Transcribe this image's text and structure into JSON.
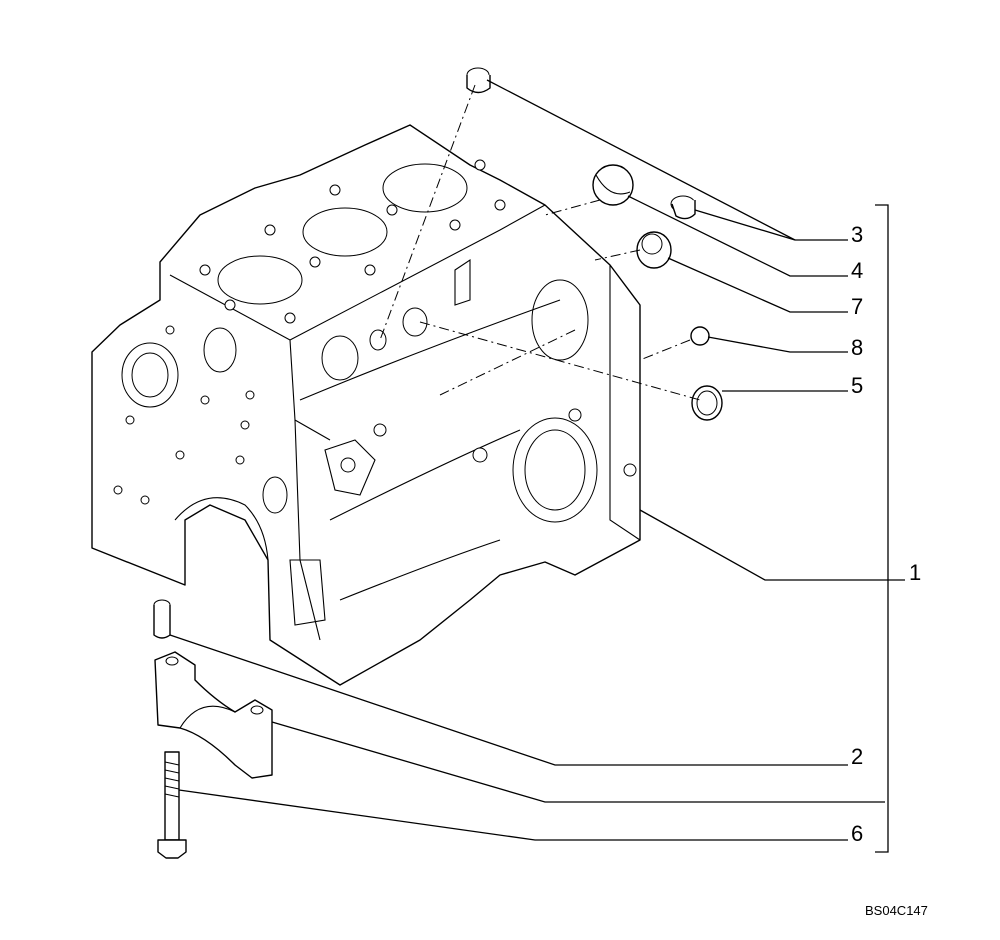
{
  "callouts": [
    {
      "id": "3",
      "label": "3"
    },
    {
      "id": "4",
      "label": "4"
    },
    {
      "id": "7",
      "label": "7"
    },
    {
      "id": "8",
      "label": "8"
    },
    {
      "id": "5",
      "label": "5"
    },
    {
      "id": "1",
      "label": "1"
    },
    {
      "id": "2",
      "label": "2"
    },
    {
      "id": "6",
      "label": "6"
    }
  ],
  "reference_code": "BS04C147"
}
